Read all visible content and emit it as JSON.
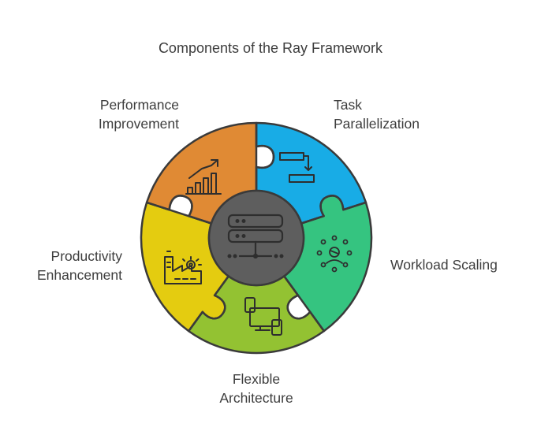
{
  "title": "Components of the Ray Framework",
  "segments": [
    {
      "id": "performance",
      "lines": [
        "Performance",
        "Improvement"
      ],
      "color": "#E08A34",
      "icon": "growth-chart-icon"
    },
    {
      "id": "task",
      "lines": [
        "Task",
        "Parallelization"
      ],
      "color": "#18ACE6",
      "icon": "flowchart-icon"
    },
    {
      "id": "workload",
      "lines": [
        "Workload Scaling"
      ],
      "color": "#35C480",
      "icon": "network-nodes-icon"
    },
    {
      "id": "flexible",
      "lines": [
        "Flexible",
        "Architecture"
      ],
      "color": "#93C232",
      "icon": "devices-icon"
    },
    {
      "id": "productivity",
      "lines": [
        "Productivity",
        "Enhancement"
      ],
      "color": "#E4CC10",
      "icon": "factory-gear-icon"
    }
  ],
  "hub": {
    "color": "#5E5E5E",
    "icon": "server-stack-icon"
  }
}
